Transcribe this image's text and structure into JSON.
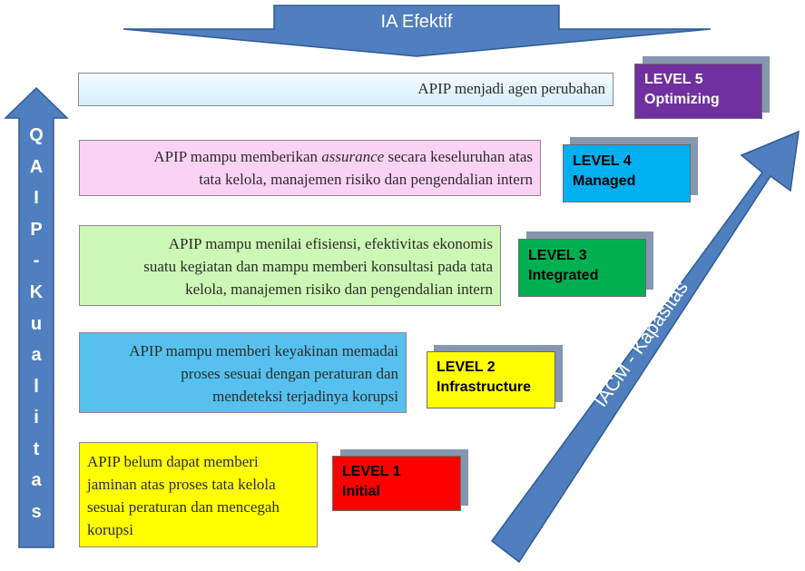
{
  "top_arrow": {
    "label": "IA Efektif"
  },
  "left_arrow": {
    "label": "QAIP-Kualitas"
  },
  "diag_arrow": {
    "label": "IACM - Kapasitas"
  },
  "levels": [
    {
      "line1": "LEVEL 5",
      "line2": "Optimizing",
      "bg": "#7030a0",
      "fg": "#ffffff"
    },
    {
      "line1": "LEVEL 4",
      "line2": "Managed",
      "bg": "#00b0f0",
      "fg": "#000000"
    },
    {
      "line1": "LEVEL 3",
      "line2": "Integrated",
      "bg": "#00b050",
      "fg": "#000000"
    },
    {
      "line1": "LEVEL 2",
      "line2": "Infrastructure",
      "bg": "#ffff00",
      "fg": "#000000"
    },
    {
      "line1": "LEVEL 1",
      "line2": "Initial",
      "bg": "#ff0000",
      "fg": "#000000"
    }
  ],
  "descriptions": [
    {
      "lines": [
        "APIP menjadi agen perubahan"
      ],
      "bg": "#dff2fa"
    },
    {
      "line1_pre": "APIP mampu memberikan ",
      "line1_em": "assurance",
      "line1_post": " secara keseluruhan atas",
      "line2": "tata kelola, manajemen risiko dan pengendalian intern",
      "bg": "#fad2f6"
    },
    {
      "lines": [
        "APIP mampu menilai efisiensi, efektivitas ekonomis",
        "suatu kegiatan dan mampu memberi konsultasi pada tata",
        "kelola, manajemen risiko dan pengendalian intern"
      ],
      "bg": "#cdf7b4"
    },
    {
      "lines": [
        "APIP mampu memberi keyakinan memadai",
        "proses sesuai dengan peraturan dan",
        "mendeteksi terjadinya korupsi"
      ],
      "bg": "#56c1ee"
    },
    {
      "lines": [
        "APIP belum dapat memberi",
        "jaminan atas proses tata kelola",
        "sesuai peraturan dan mencegah",
        "korupsi"
      ],
      "bg": "#ffff00"
    }
  ],
  "colors": {
    "arrow_fill": "#4f7fbf",
    "arrow_stroke": "#2e5b94"
  }
}
